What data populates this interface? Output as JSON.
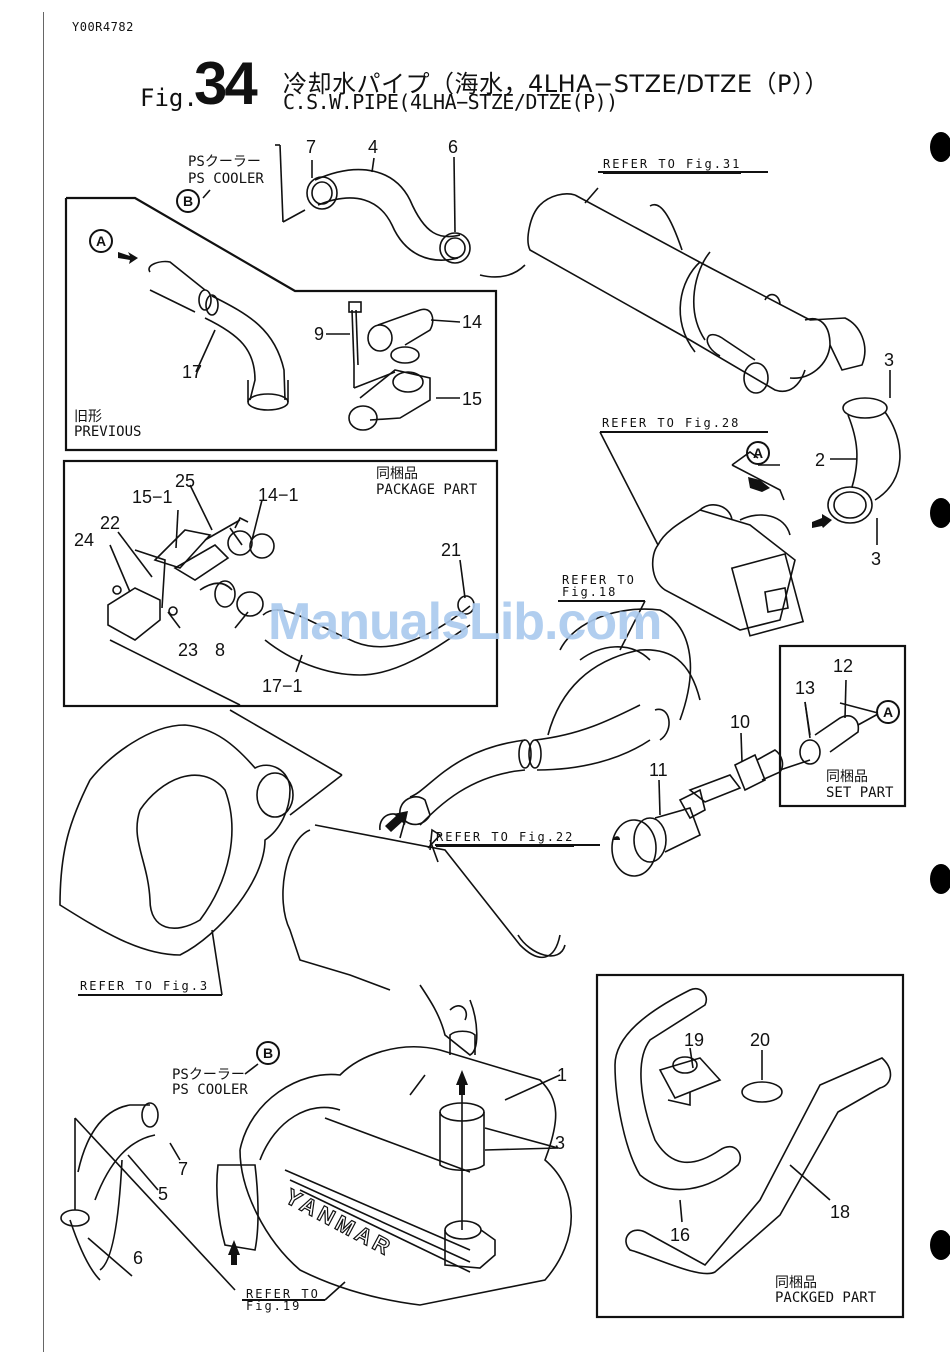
{
  "document": {
    "doc_id": "Y00R4782",
    "figure_prefix": "Fig.",
    "figure_number": "34",
    "title_jp": "冷却水パイプ（海水，4LHA−STZE/DTZE（P））",
    "title_en": "C.S.W.PIPE(4LHA−STZE/DTZE(P))",
    "watermark": "ManualsLib.com"
  },
  "labels": {
    "ps_cooler_jp": "PSクーラー",
    "ps_cooler_en": "PS COOLER",
    "previous_jp": "旧形",
    "previous_en": "PREVIOUS",
    "package_part_jp": "同梱品",
    "package_part_en": "PACKAGE PART",
    "set_part_jp": "同梱品",
    "set_part_en": "SET PART",
    "packged_part_jp": "同梱品",
    "packged_part_en": "PACKGED PART",
    "marker_a": "A",
    "marker_b": "B"
  },
  "references": {
    "fig31": "REFER TO Fig.31",
    "fig28": "REFER TO Fig.28",
    "fig18_line1": "REFER TO",
    "fig18_line2": "Fig.18",
    "fig22": "REFER TO Fig.22",
    "fig3": "REFER TO Fig.3",
    "fig19_line1": "REFER TO",
    "fig19_line2": "Fig.19"
  },
  "callouts": {
    "top_7": "7",
    "top_4": "4",
    "top_6": "6",
    "prev_9": "9",
    "prev_14": "14",
    "prev_15": "15",
    "prev_17": "17",
    "pkg_25": "25",
    "pkg_15_1": "15−1",
    "pkg_14_1": "14−1",
    "pkg_22": "22",
    "pkg_24": "24",
    "pkg_21": "21",
    "pkg_23": "23",
    "pkg_8": "8",
    "pkg_17_1": "17−1",
    "right_3a": "3",
    "right_2": "2",
    "right_3b": "3",
    "set_12": "12",
    "set_13": "13",
    "valve_10": "10",
    "valve_11": "11",
    "eng_1": "1",
    "eng_3": "3",
    "bl_7": "7",
    "bl_5": "5",
    "bl_6": "6",
    "br_19": "19",
    "br_20": "20",
    "br_16": "16",
    "br_18": "18"
  }
}
